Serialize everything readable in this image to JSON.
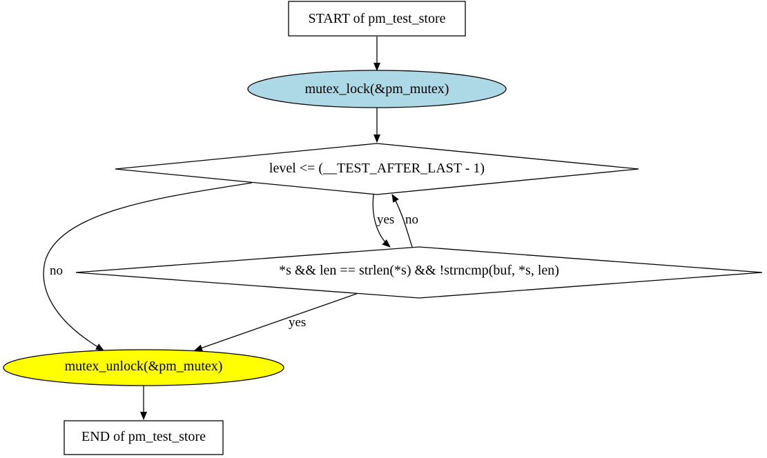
{
  "diagram": {
    "nodes": {
      "start": {
        "label": "START of pm_test_store",
        "shape": "box"
      },
      "lock": {
        "label": "mutex_lock(&pm_mutex)",
        "shape": "ellipse",
        "fill": "#add8e6"
      },
      "level_check": {
        "label": "level <= (__TEST_AFTER_LAST - 1)",
        "shape": "diamond"
      },
      "strncmp_check": {
        "label": "*s && len == strlen(*s) && !strncmp(buf, *s, len)",
        "shape": "diamond"
      },
      "unlock": {
        "label": "mutex_unlock(&pm_mutex)",
        "shape": "ellipse",
        "fill": "#ffff00"
      },
      "end": {
        "label": "END of pm_test_store",
        "shape": "box"
      }
    },
    "edges": {
      "level_yes": "yes",
      "level_no": "no",
      "strncmp_no": "no",
      "strncmp_yes": "yes"
    }
  }
}
